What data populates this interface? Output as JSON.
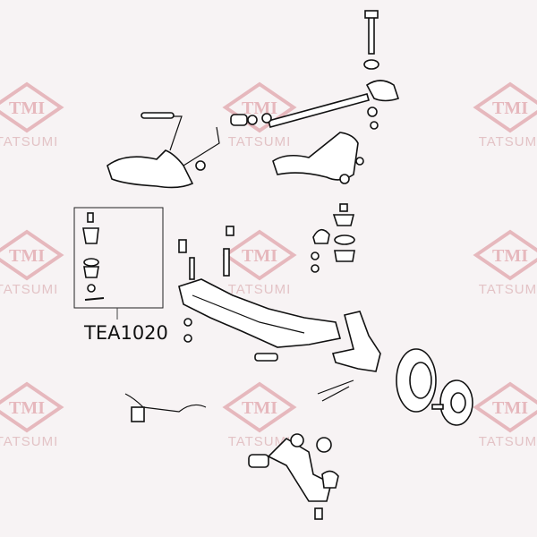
{
  "watermark": {
    "logo": "TMI",
    "brand": "TATSUMI",
    "color": "#e6b8bd"
  },
  "callout": {
    "part_number": "TEA1020"
  }
}
